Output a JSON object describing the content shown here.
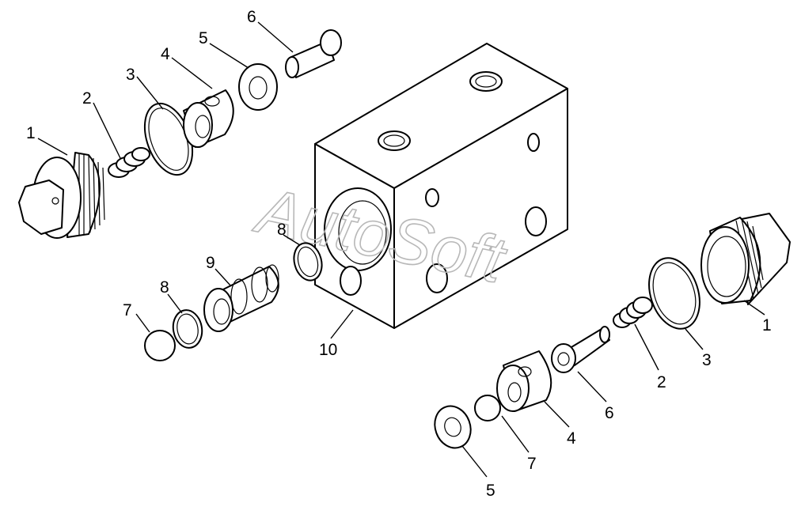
{
  "watermark": "AutoSoft",
  "callouts": {
    "c1a": "1",
    "c2a": "2",
    "c3a": "3",
    "c4a": "4",
    "c5a": "5",
    "c6a": "6",
    "c7a": "7",
    "c8a": "8",
    "c8b": "8",
    "c9": "9",
    "c10": "10",
    "c1b": "1",
    "c2b": "2",
    "c3b": "3",
    "c4b": "4",
    "c5b": "5",
    "c6b": "6",
    "c7b": "7"
  }
}
